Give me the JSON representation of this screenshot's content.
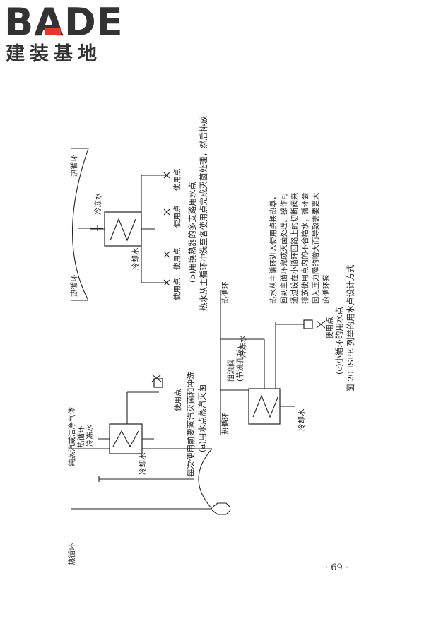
{
  "logo": {
    "word": "BADE",
    "sub": "建装基地",
    "accent": "#e23b25"
  },
  "diagram_a": {
    "hot_loop_left": "热循环",
    "hot_loop_right": "热循环",
    "steam": "纯蒸汽或洁净气体",
    "chilled_water": "冷冻水",
    "cooling_water": "冷却水",
    "use_point": "使用点",
    "caption_note": "每次使用前要蒸汽灭菌和冲洗",
    "caption": "(a)用水点蒸汽灭菌"
  },
  "diagram_b": {
    "hot_loop_left": "热循环",
    "hot_loop_right": "热循环",
    "chilled_water": "冷冻水",
    "cooling_water": "冷却水",
    "use_point": "使用点",
    "caption": "(b)用换热器的多支路用水点",
    "caption_note": "热水从主循环冲洗至各使用点完成灭菌处理，然后排放"
  },
  "diagram_c": {
    "hot_loop_left": "热循环",
    "hot_loop_right": "热循环",
    "valve_label": "阻流阀",
    "valve_sublabel": "(节流孔板)",
    "chilled_water": "冷冻水",
    "cooling_water": "冷却水",
    "use_point": "使用点",
    "note_lines": [
      "热水从主循环进入使用点换热器，",
      "回到主循环完成灭菌处理。操作可",
      "通过设在小循环回路上的切断阀来",
      "排放使用点内的不合格水，循环会",
      "因为压力降的增大而导致需要更大",
      "的循环泵"
    ],
    "caption": "(c)小循环的用水点"
  },
  "figure_caption": "图 20   ISPE 列举的用水点设计方式",
  "page_number": "· 69 ·"
}
